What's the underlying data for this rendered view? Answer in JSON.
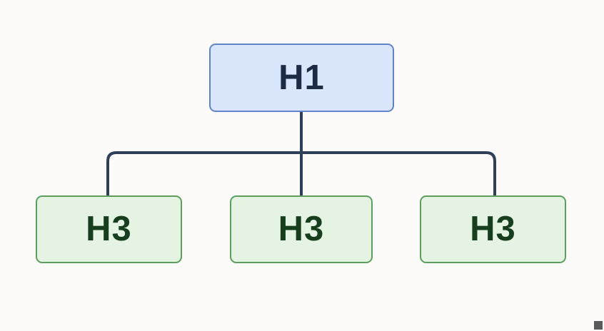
{
  "nodes": {
    "root": {
      "label": "H1"
    },
    "children": [
      {
        "label": "H3"
      },
      {
        "label": "H3"
      },
      {
        "label": "H3"
      }
    ]
  },
  "colors": {
    "background": "#fcfbf9",
    "root_fill": "#d9e6fc",
    "root_border": "#5f83c6",
    "child_fill": "#e5f3e2",
    "child_border": "#5c9e5b",
    "connector": "#2f3f58"
  }
}
